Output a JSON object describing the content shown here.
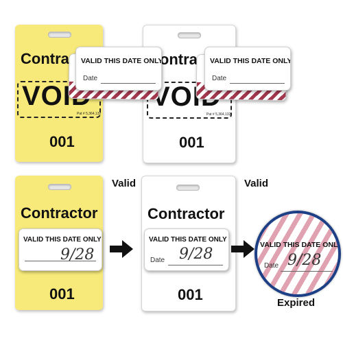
{
  "badges": {
    "title": "Contractor",
    "void_mark": "VOID",
    "patent": "Pat # 5,364,132",
    "number": "001"
  },
  "sticker": {
    "valid_text": "VALID THIS DATE ONLY",
    "date_label": "Date",
    "handwritten_date": "9/28"
  },
  "status_labels": {
    "valid_1": "Valid",
    "valid_2": "Valid",
    "expired": "Expired"
  },
  "colors": {
    "yellow_badge": "#f7ea7a",
    "stripe": "#a2384e",
    "circle_border": "#1d3f86"
  }
}
